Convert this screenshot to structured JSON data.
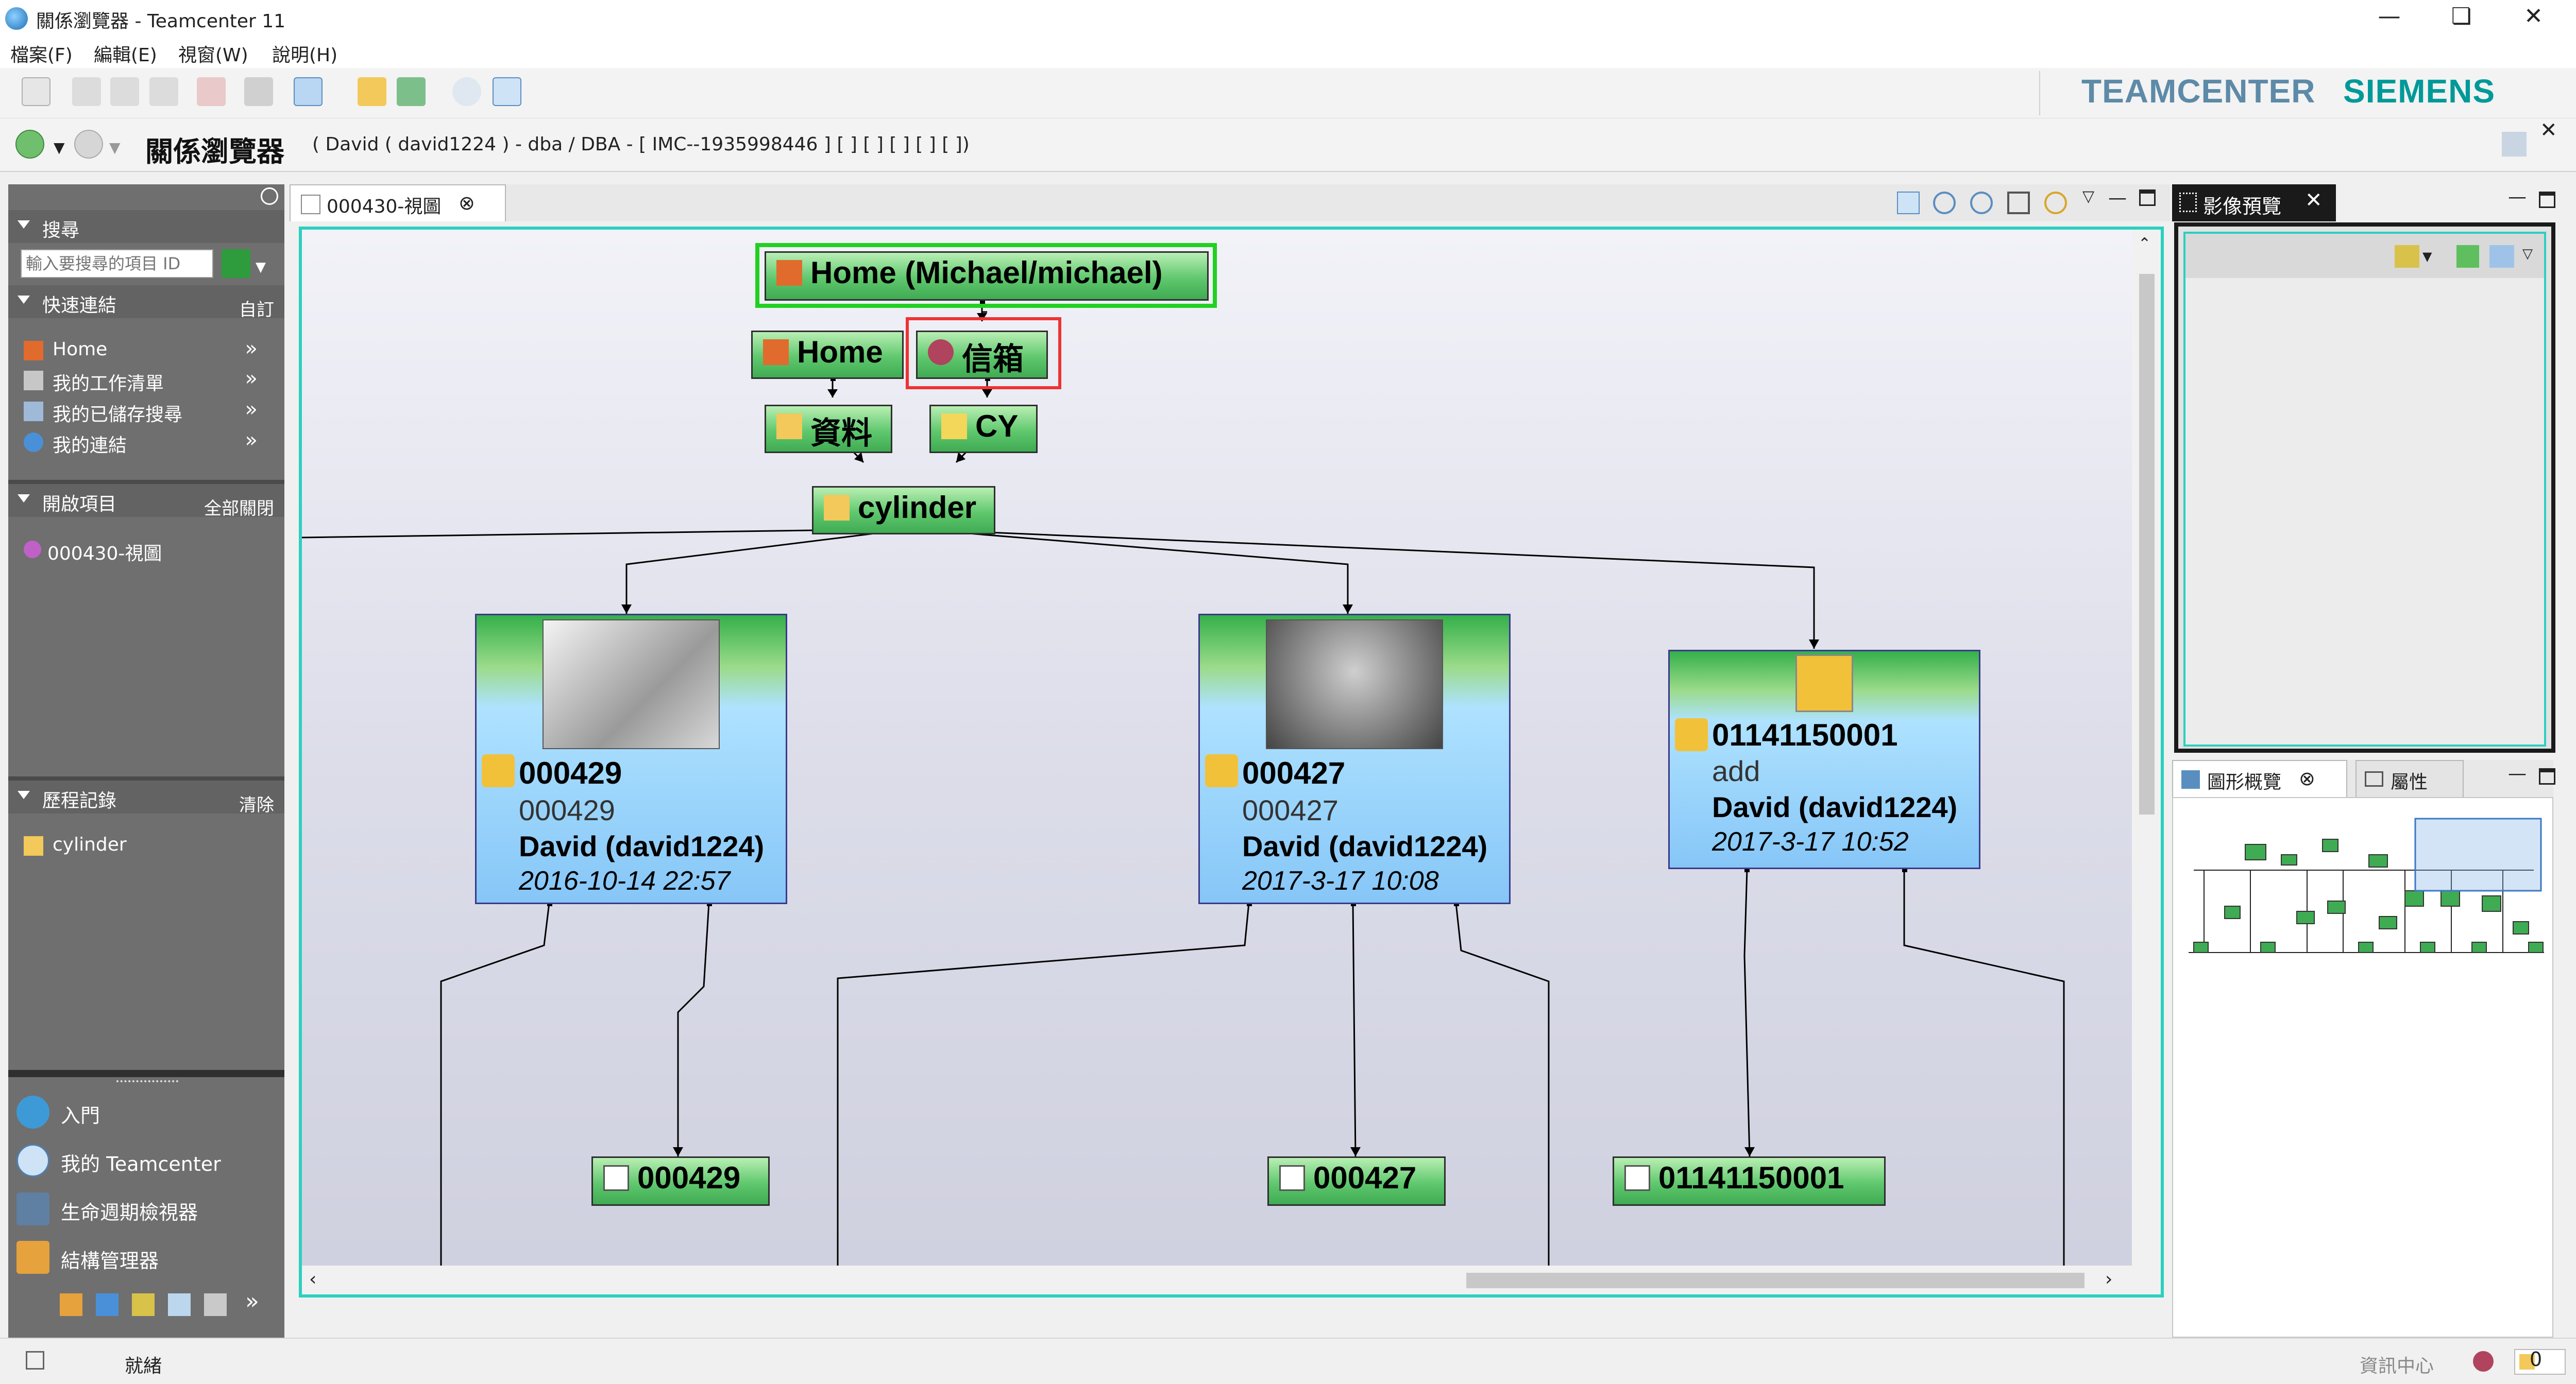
{
  "window": {
    "title": "關係瀏覽器 - Teamcenter 11"
  },
  "menu": [
    "檔案(F)",
    "編輯(E)",
    "視窗(W)",
    "說明(H)"
  ],
  "brand": {
    "left": "TEAMCENTER",
    "right": "SIEMENS",
    "left_color": "#5d8aa8",
    "right_color": "#009999"
  },
  "address": {
    "heading": "關係瀏覽器",
    "context": "( David ( david1224 ) - dba / DBA - [ IMC--1935998446 ] [ ] [ ] [ ] [ ] [ ])"
  },
  "left": {
    "search": {
      "header": "搜尋",
      "placeholder": "輸入要搜尋的項目 ID"
    },
    "quick_links": {
      "header": "快速連結",
      "action": "自訂",
      "items": [
        {
          "label": "Home",
          "icon": "home-icon"
        },
        {
          "label": "我的工作清單",
          "icon": "worklist-icon"
        },
        {
          "label": "我的已儲存搜尋",
          "icon": "saved-search-icon"
        },
        {
          "label": "我的連結",
          "icon": "link-icon"
        }
      ]
    },
    "open_items": {
      "header": "開啟項目",
      "action": "全部關閉",
      "items": [
        {
          "label": "000430-視圖"
        }
      ]
    },
    "history": {
      "header": "歷程記錄",
      "action": "清除",
      "items": [
        {
          "label": "cylinder"
        }
      ]
    },
    "bottom": [
      {
        "label": "入門",
        "icon": "getting-started-icon"
      },
      {
        "label": "我的 Teamcenter",
        "icon": "globe-icon"
      },
      {
        "label": "生命週期檢視器",
        "icon": "lifecycle-icon"
      },
      {
        "label": "結構管理器",
        "icon": "structure-manager-icon"
      }
    ]
  },
  "center": {
    "tab_label": "000430-視圖",
    "nodes": {
      "home_user": "Home (Michael/michael)",
      "home": "Home",
      "mailbox": "信箱",
      "data": "資料",
      "cy": "CY",
      "cylinder": "cylinder"
    },
    "cards": [
      {
        "name": "000429",
        "desc": "000429",
        "owner": "David (david1224)",
        "date": "2016-10-14 22:57"
      },
      {
        "name": "000427",
        "desc": "000427",
        "owner": "David (david1224)",
        "date": "2017-3-17 10:08"
      },
      {
        "name": "01141150001",
        "desc": "add",
        "owner": "David (david1224)",
        "date": "2017-3-17 10:52"
      }
    ],
    "revisions": [
      "000429",
      "000427",
      "01141150001"
    ]
  },
  "right": {
    "preview_tab": "影像預覽",
    "overview_tab": "圖形概覽",
    "properties_tab": "屬性"
  },
  "status": {
    "text": "就緒",
    "message": "資訊中心",
    "count": "0"
  }
}
